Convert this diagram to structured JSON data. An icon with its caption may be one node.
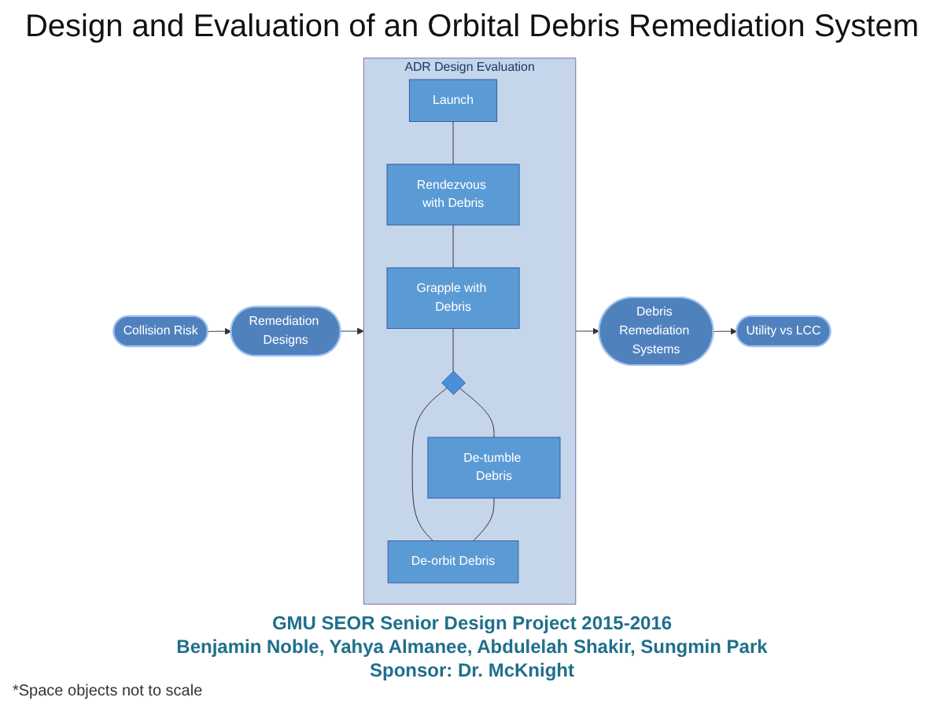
{
  "diagram": {
    "title": "Design and Evaluation of an Orbital Debris Remediation System",
    "nodes": [
      {
        "text": [
          "Collision Risk"
        ]
      },
      {
        "text": [
          "Remediation Designs"
        ]
      },
      {
        "text": [
          "ADR Design Evaluation"
        ]
      },
      {
        "text": [
          "Launch"
        ],
        "in": 2
      },
      {
        "text": [
          "Rendezvous with Debris"
        ],
        "in": 2
      },
      {
        "text": [
          "Grapple with Debris"
        ],
        "in": 2
      },
      {
        "text": [],
        "shape": "diamond",
        "in": 2
      },
      {
        "text": [
          "De-tumble Debris"
        ],
        "in": 2
      },
      {
        "text": [
          "De-orbit Debris"
        ],
        "in": 2
      },
      {
        "text": [
          "Debris Remediation Systems"
        ]
      },
      {
        "text": [
          "Utility vs LCC"
        ]
      }
    ],
    "edges": [
      {
        "from": 0,
        "to": 1,
        "arrow": "to"
      },
      {
        "from": 1,
        "to": 2,
        "arrow": "to"
      },
      {
        "from": 2,
        "to": 9,
        "arrow": "to"
      },
      {
        "from": 9,
        "to": 10,
        "arrow": "to"
      },
      {
        "from": 3,
        "to": 4,
        "arrow": "none"
      },
      {
        "from": 4,
        "to": 5,
        "arrow": "none"
      },
      {
        "from": 5,
        "to": 6,
        "arrow": "none"
      },
      {
        "from": 6,
        "to": 7,
        "arrow": "none"
      },
      {
        "from": 6,
        "to": 8,
        "arrow": "none"
      },
      {
        "from": 7,
        "to": 8,
        "arrow": "none"
      }
    ],
    "labels": [
      "GMU SEOR Senior Design Project 2015-2016",
      "Benjamin Noble, Yahya Almanee, Abdulelah Shakir, Sungmin Park",
      "Sponsor: Dr. McKnight",
      "*Space objects not to scale"
    ]
  }
}
